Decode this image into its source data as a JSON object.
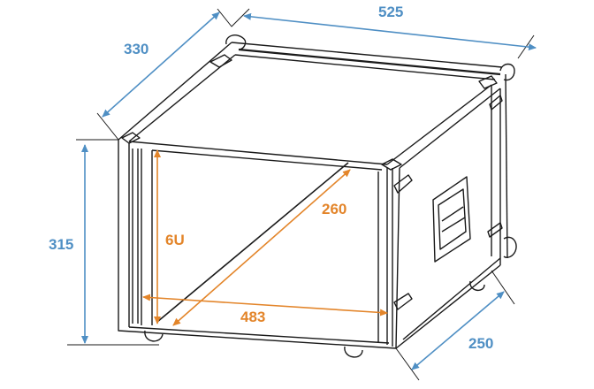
{
  "diagram": {
    "subject": "6U rack flight case (technical dimension drawing)",
    "units": "mm",
    "colors": {
      "outline": "#1a1a1a",
      "outer_dimension": "#4f8fc4",
      "inner_dimension": "#e3852a",
      "background": "#ffffff"
    },
    "outer_dimensions": {
      "depth": {
        "label": "330"
      },
      "width": {
        "label": "525"
      },
      "height": {
        "label": "315"
      },
      "lid_depth": {
        "label": "250"
      }
    },
    "inner_dimensions": {
      "rack_height": {
        "label": "6U"
      },
      "rack_depth": {
        "label": "260"
      },
      "rack_width": {
        "label": "483"
      }
    }
  }
}
